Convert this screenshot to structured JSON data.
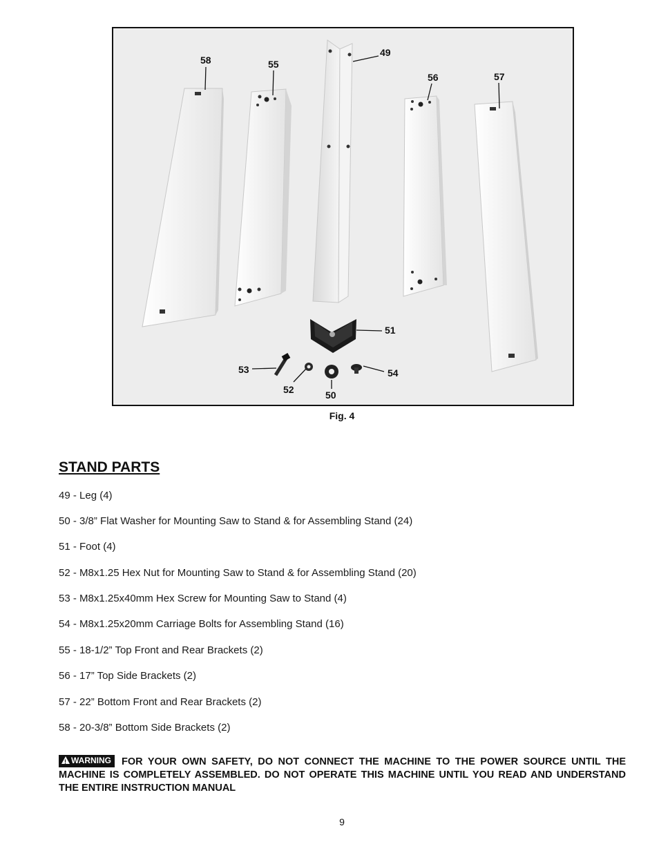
{
  "figure": {
    "caption": "Fig. 4",
    "callouts": {
      "c49": "49",
      "c50": "50",
      "c51": "51",
      "c52": "52",
      "c53": "53",
      "c54": "54",
      "c55": "55",
      "c56": "56",
      "c57": "57",
      "c58": "58"
    }
  },
  "heading": "STAND PARTS",
  "parts": [
    "49 - Leg (4)",
    "50 - 3/8” Flat Washer for Mounting Saw to Stand & for Assembling Stand (24)",
    "51 - Foot (4)",
    "52 - M8x1.25 Hex Nut for Mounting Saw to Stand & for Assembling Stand (20)",
    "53 - M8x1.25x40mm Hex Screw for Mounting Saw to Stand (4)",
    "54 - M8x1.25x20mm Carriage Bolts for Assembling Stand (16)",
    "55 - 18-1/2” Top Front and Rear Brackets (2)",
    "56 - 17” Top Side Brackets (2)",
    "57 - 22” Bottom Front and Rear Brackets (2)",
    "58 - 20-3/8” Bottom Side Brackets (2)"
  ],
  "warning": {
    "badge": "WARNING",
    "text": "FOR YOUR OWN SAFETY, DO NOT CONNECT THE MACHINE TO THE POWER SOURCE UNTIL THE MACHINE IS COMPLETELY ASSEMBLED. DO NOT OPERATE THIS MACHINE UNTIL YOU READ AND UNDERSTAND THE ENTIRE INSTRUCTION MANUAL"
  },
  "page_number": "9"
}
